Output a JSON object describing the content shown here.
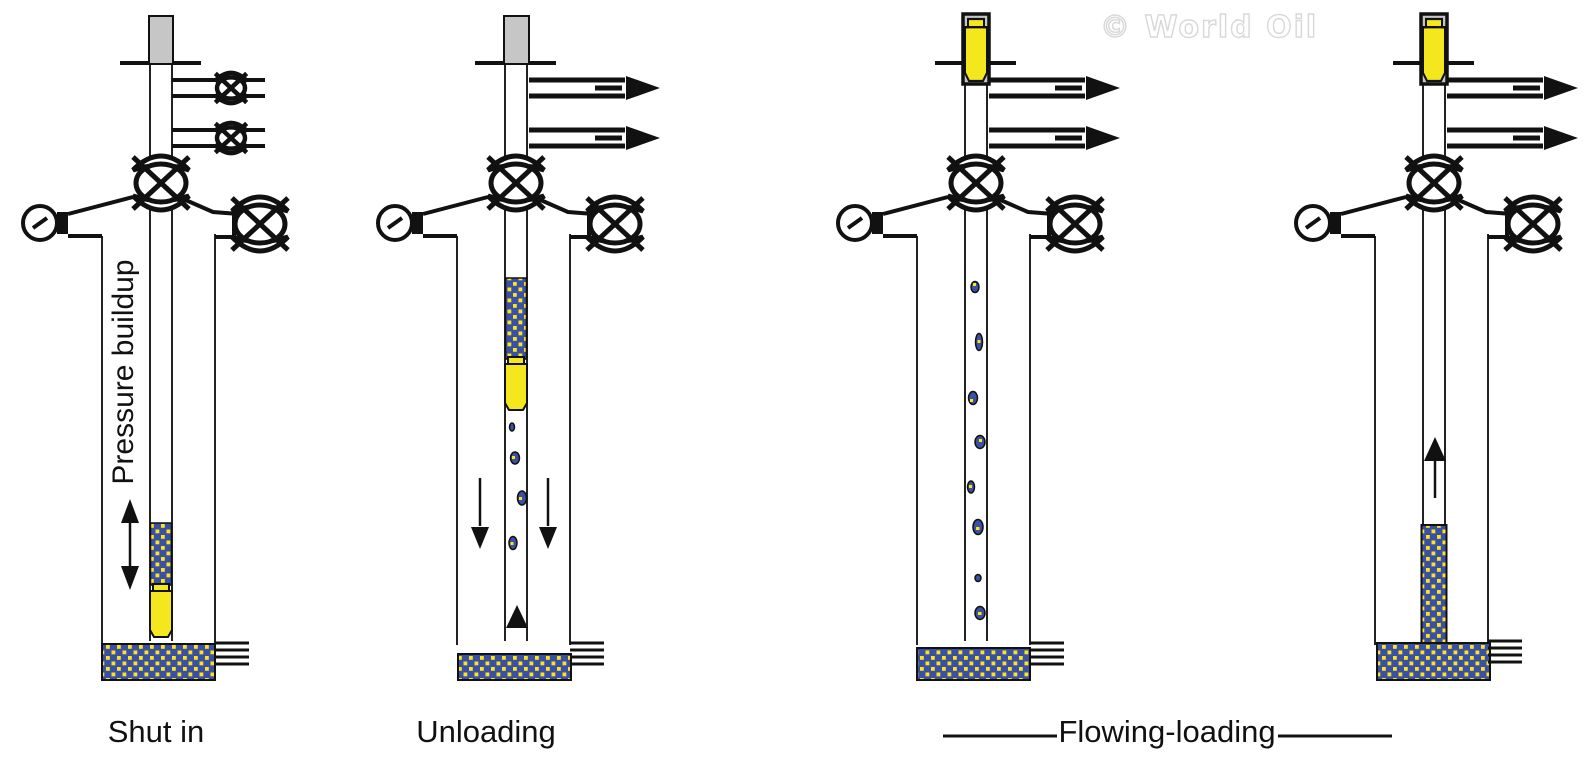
{
  "watermark": "© World Oil",
  "labels": {
    "pressure_buildup": "Pressure buildup",
    "shut_in": "Shut in",
    "unloading": "Unloading",
    "flowing_loading": "Flowing-loading"
  },
  "wells": [
    {
      "stage": "Shut in",
      "plunger": "at bottom of tubing",
      "flowlines": "closed (branch valves shown)",
      "liquid": "slug standing above plunger; formation liquid at bottom"
    },
    {
      "stage": "Unloading",
      "plunger": "rising in tubing with liquid slug above",
      "flowlines": "open (flow arrows out)",
      "liquid": "droplets falling back below plunger; gas entering tubing bottom"
    },
    {
      "stage": "Flowing-loading",
      "plunger": "at surface in lubricator",
      "flowlines": "open (flow arrows out)",
      "liquid": "droplets carried up the tubing"
    },
    {
      "stage": "Flowing-loading",
      "plunger": "at surface in lubricator",
      "flowlines": "open (flow arrows out)",
      "liquid": "liquid column re-building at tubing bottom while gas flows up"
    }
  ],
  "colors": {
    "liquid_blue": "#3a50a5",
    "gas_yellow": "#ffe612",
    "plunger_yellow": "#f5e71e",
    "hardware_gray": "#c6c6c6",
    "line_black": "#111111",
    "watermark_gray": "#d8d8d8",
    "background": "#ffffff"
  }
}
